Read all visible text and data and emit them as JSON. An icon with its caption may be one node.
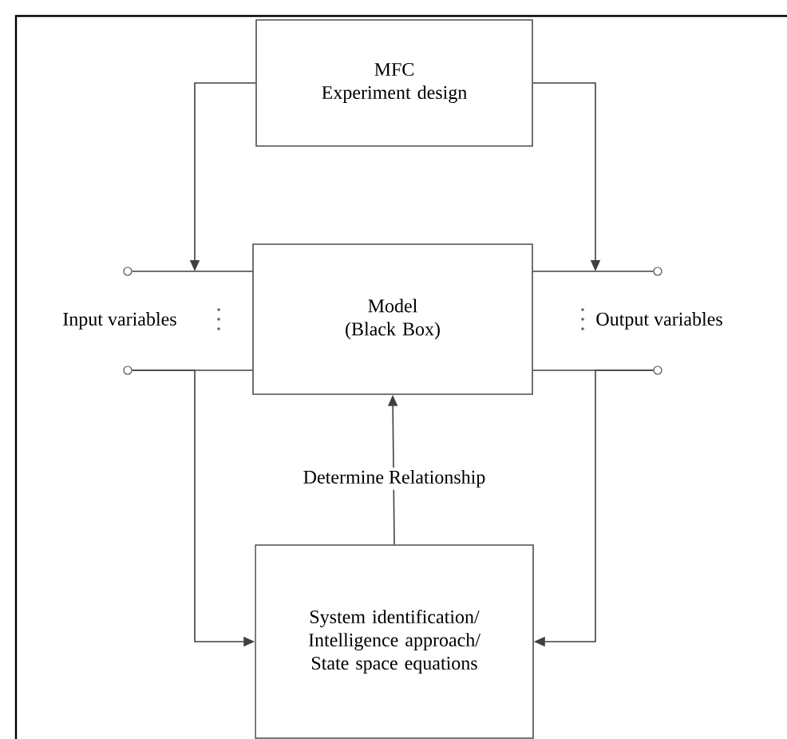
{
  "diagram": {
    "nodes": [
      {
        "text": [
          "MFC",
          "Experiment design"
        ]
      },
      {
        "text": [
          "Model",
          "(Black Box)"
        ]
      },
      {
        "text": [
          "System identification/ Intelligence approach/ State space equations"
        ]
      },
      {
        "text": [],
        "shape": "circle"
      },
      {
        "text": [],
        "shape": "circle"
      },
      {
        "text": [],
        "shape": "circle"
      },
      {
        "text": [],
        "shape": "circle"
      }
    ],
    "edges": [
      {
        "from": 0,
        "to": null,
        "arrow": "to"
      },
      {
        "from": 0,
        "to": null,
        "arrow": "to"
      },
      {
        "from": 3,
        "to": 1,
        "arrow": "none"
      },
      {
        "from": 4,
        "to": 1,
        "arrow": "none"
      },
      {
        "from": 1,
        "to": 5,
        "arrow": "none"
      },
      {
        "from": 1,
        "to": 6,
        "arrow": "none"
      },
      {
        "from": 4,
        "to": 2,
        "arrow": "to"
      },
      {
        "from": 6,
        "to": 2,
        "arrow": "to"
      },
      {
        "from": 2,
        "to": 1,
        "arrow": "to",
        "label": "Determine Relationship"
      }
    ],
    "labels": [
      "Input variables",
      "Output variables"
    ]
  }
}
